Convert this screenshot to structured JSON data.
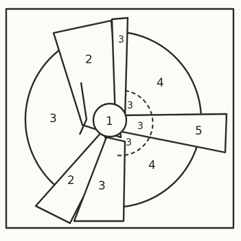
{
  "diagram": {
    "colors": {
      "ink": "#2a2a2a",
      "paper": "#fbfbf7"
    },
    "labels": {
      "hub": "1",
      "blade_top_long": "2",
      "blade_top_narrow": "3",
      "region_left": "3",
      "region_top_right": "4",
      "blade_right": "5",
      "region_bottom_right": "4",
      "blade_bottom_left": "2",
      "blade_bottom_mid": "3",
      "ring_upper": "3",
      "ring_middle": "3",
      "ring_lower": "3"
    }
  }
}
